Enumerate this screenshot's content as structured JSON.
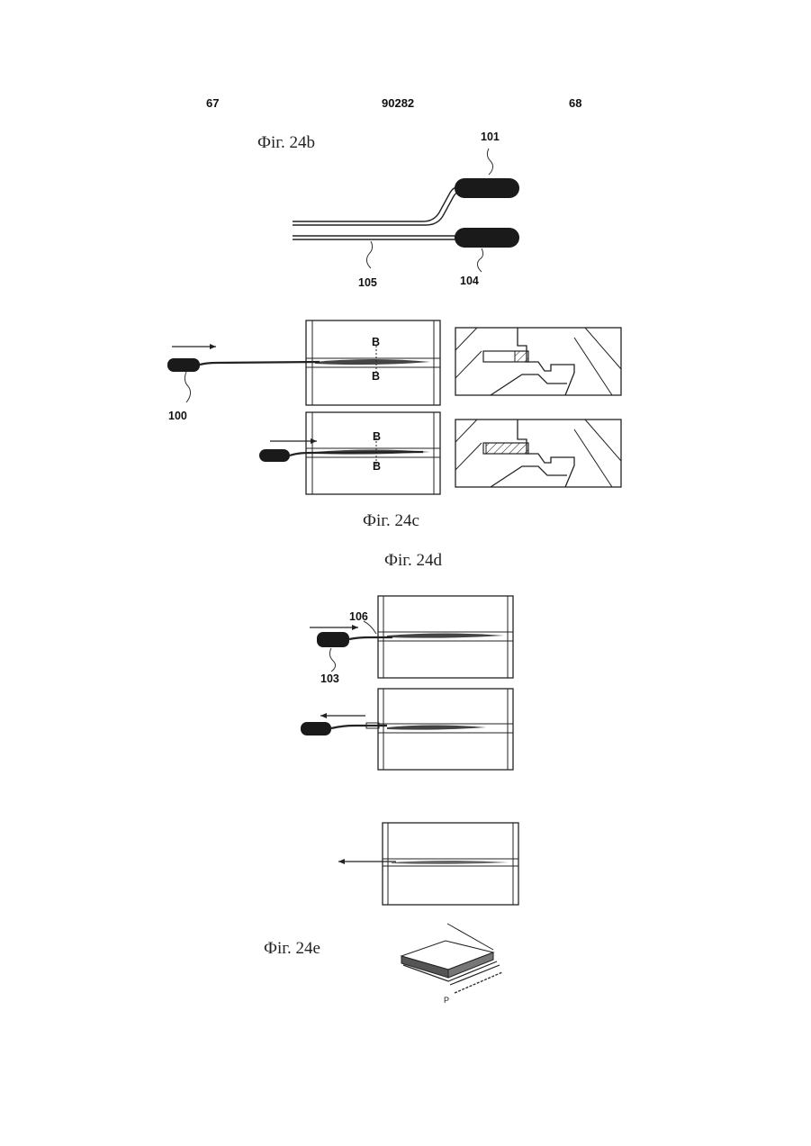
{
  "header": {
    "left_page": "67",
    "patent_number": "90282",
    "right_page": "68"
  },
  "figures": {
    "fig24b": {
      "caption": "Фіг. 24b",
      "refs": [
        "101",
        "105",
        "104"
      ]
    },
    "fig24c": {
      "caption": "Фіг. 24c",
      "refs": [
        "100",
        "B",
        "B",
        "B",
        "B"
      ]
    },
    "fig24d": {
      "caption": "Фіг. 24d",
      "refs": [
        "106",
        "103"
      ]
    },
    "fig24e": {
      "caption": "Фіг. 24e",
      "refs": [
        "P"
      ]
    }
  }
}
